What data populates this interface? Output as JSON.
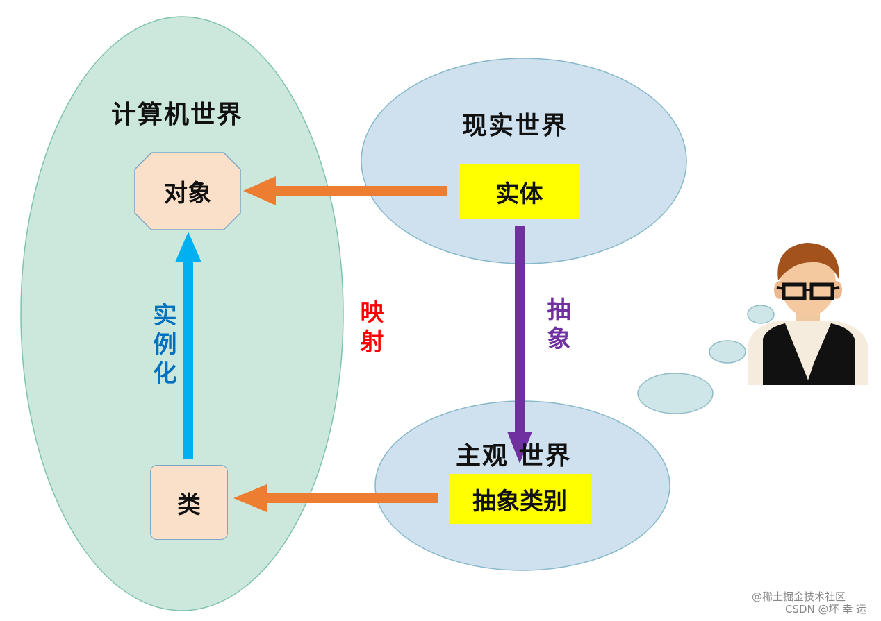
{
  "regions": {
    "computer_world": "计算机世界",
    "real_world": "现实世界",
    "subjective_world": "主观 世界"
  },
  "nodes": {
    "object": "对象",
    "class": "类",
    "entity": "实体",
    "abstract_category": "抽象类别"
  },
  "edges": {
    "instantiate": "实例化",
    "mapping": "映射",
    "abstract": "抽象"
  },
  "watermark": {
    "line1": "@稀土掘金技术社区",
    "line2": "CSDN @坏 幸 运"
  },
  "colors": {
    "computer_world_fill": "#cce8dc",
    "world_bubble_fill": "#cfe0ef",
    "entity_fill": "#ffff00",
    "node_fill": "#fbe0c9",
    "mapping_arrow": "#ed7d31",
    "instantiate_arrow": "#00b0f0",
    "abstract_arrow": "#7030a0",
    "instantiate_text": "#0070c0",
    "mapping_text": "#ff0000",
    "abstract_text": "#7030a0"
  }
}
